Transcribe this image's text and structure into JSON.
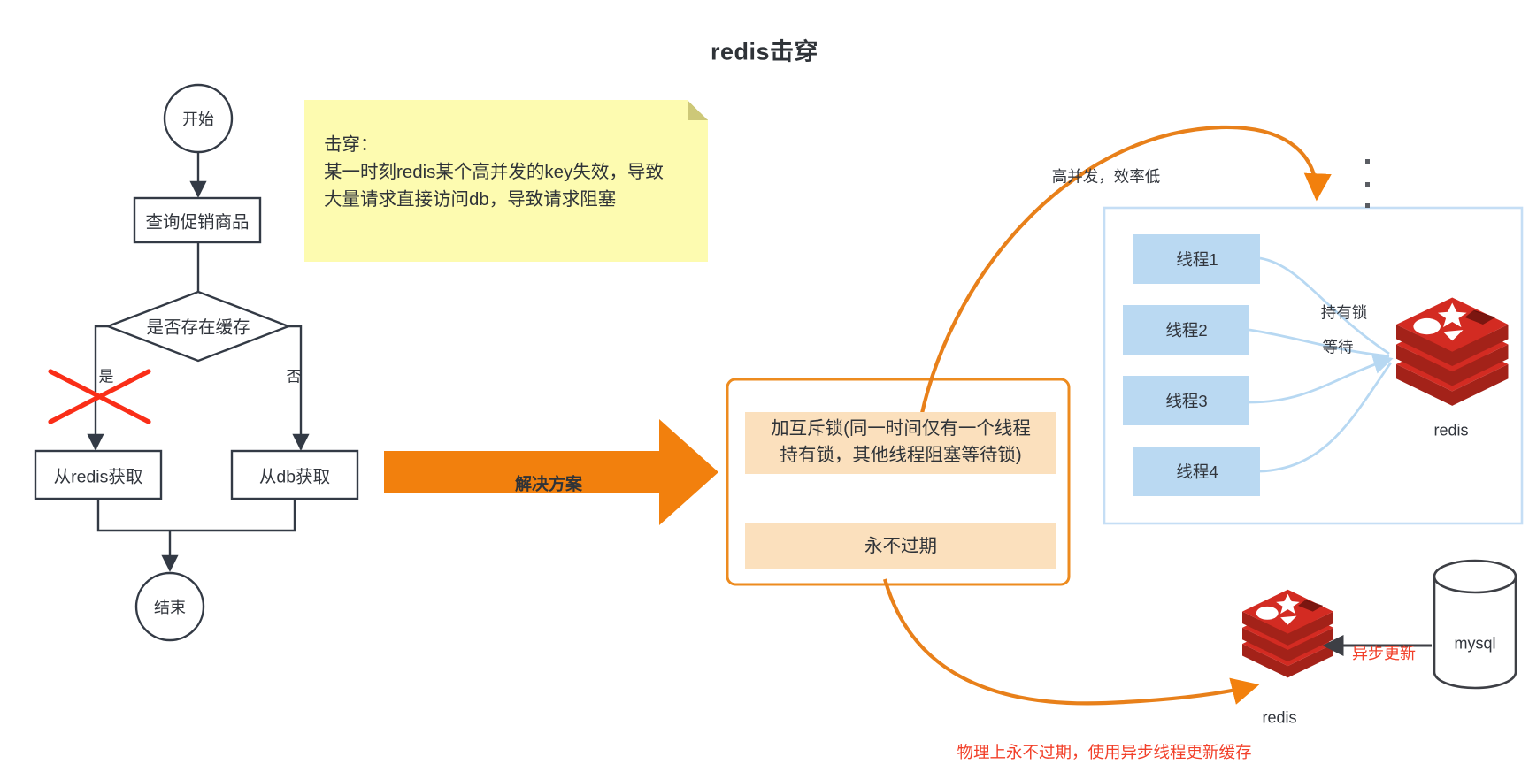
{
  "page": {
    "title": "redis击穿",
    "background": "#ffffff"
  },
  "colors": {
    "note_fill": "#fdfbb0",
    "note_fold": "#cdc878",
    "flow_stroke": "#333a45",
    "red_cross": "#fa2e18",
    "orange": "#e8801a",
    "orange_arrow": "#f2800d",
    "sol_border": "#ed8b1f",
    "sol_item_fill": "#fbe0bd",
    "panel_border": "#c5def5",
    "thread_fill": "#bad9f2",
    "thread_link": "#b7d8f2",
    "redis_red": "#d32b22",
    "mysql_stroke": "#3d3f45",
    "red_text": "#f2402a",
    "dot_gray": "#5a5d63"
  },
  "note": {
    "name": "breakdown-definition-note",
    "lines": [
      "击穿：",
      "某一时刻redis某个高并发的key失效，导致",
      "大量请求直接访问db，导致请求阻塞"
    ]
  },
  "flowchart": {
    "start": "开始",
    "query": "查询促销商品",
    "decision": "是否存在缓存",
    "branch_yes": "是",
    "branch_no": "否",
    "from_redis": "从redis获取",
    "from_db": "从db获取",
    "end": "结束",
    "cross_marker": "red-x-cross"
  },
  "solution": {
    "arrow_label": "解决方案",
    "items": [
      "加互斥锁(同一时间仅有一个线程\n持有锁，其他线程阻塞等待锁)",
      "永不过期"
    ],
    "item1_line1": "加互斥锁(同一时间仅有一个线程",
    "item1_line2": "持有锁，其他线程阻塞等待锁)",
    "item2": "永不过期"
  },
  "mutex_panel": {
    "inbound_label": "高并发，效率低",
    "threads": [
      "线程1",
      "线程2",
      "线程3",
      "线程4"
    ],
    "edge_labels": [
      "持有锁",
      "等待"
    ],
    "store_label": "redis",
    "ellipsis": "⋮"
  },
  "never_expire": {
    "redis_label": "redis",
    "mysql_label": "mysql",
    "sync_label": "异步更新",
    "footnote": "物理上永不过期，使用异步线程更新缓存"
  }
}
